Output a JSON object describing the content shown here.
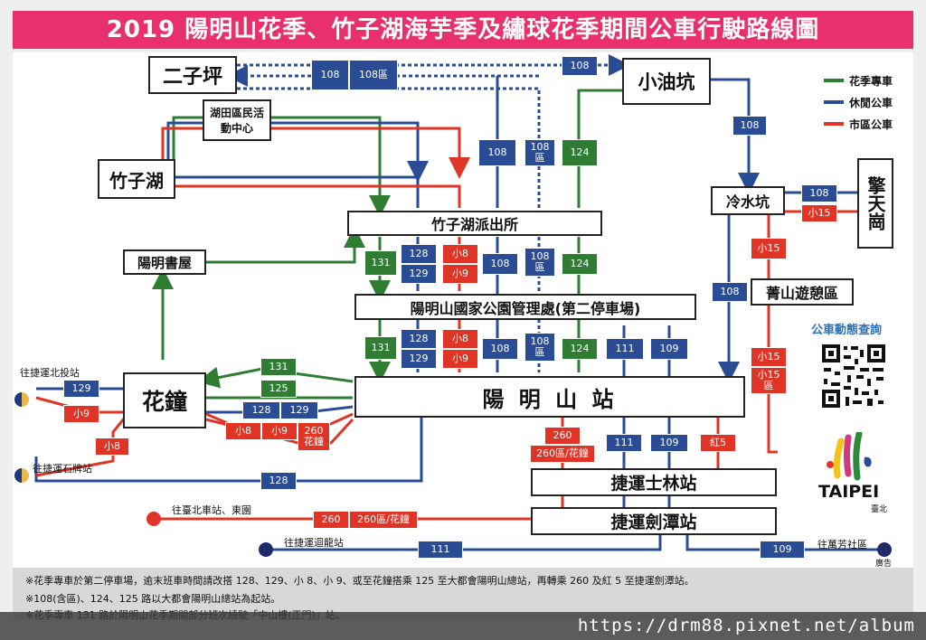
{
  "title": "2019 陽明山花季、竹子湖海芋季及繡球花季期間公車行駛路線圖",
  "legend": {
    "flower": "花季專車",
    "leisure": "休閒公車",
    "city": "市區公車"
  },
  "colors": {
    "blue": "#2a4c94",
    "red": "#e03526",
    "green": "#2e7d32",
    "title_bg": "#e8306c"
  },
  "stops": {
    "erziping": "二子坪",
    "xiaoyoukeng": "小油坑",
    "hutian": "湖田區民活動中心",
    "zhuzihu": "竹子湖",
    "paichusuo": "竹子湖派出所",
    "shuwu": "陽明書屋",
    "guanlichu": "陽明山國家公園管理處(第二停車場)",
    "huazhong": "花鐘",
    "yangmingshan": "陽 明 山 站",
    "lengshuikeng": "冷水坑",
    "qingtianguang": "擎天崗",
    "qingshan": "菁山遊憩區",
    "shilin": "捷運士林站",
    "jiantan": "捷運劍潭站"
  },
  "destinations": {
    "beitou": "往捷運北投站",
    "shipai": "往捷運石牌站",
    "taipei_main": "往臺北車站、東園",
    "jiulong": "往捷運迴龍站",
    "wanfang": "往萬芳社區"
  },
  "routes": {
    "r108": "108",
    "r108q": "108區",
    "r108q_v": "108\n區",
    "r124": "124",
    "r131": "131",
    "r125": "125",
    "r128": "128",
    "r129": "129",
    "rx8": "小8",
    "rx9": "小9",
    "rx15": "小15",
    "rx15q": "小15\n區",
    "r260": "260",
    "r260hz": "260\n花鐘",
    "r260q_hz": "260區/花鐘",
    "r260q": "260區/花鐘",
    "r111": "111",
    "r109": "109",
    "red5": "紅5"
  },
  "qr_label": "公車動態查詢",
  "brand": {
    "name": "TAIPEI",
    "sub": "臺北",
    "ad": "廣告"
  },
  "notes": [
    "※花季專車於第二停車場，逾末班車時間請改搭 128、129、小 8、小 9、或至花鐘搭乘 125 至大都會陽明山總站，再轉乘 260 及紅 5 至捷運劍潭站。",
    "※108(含區)、124、125 路以大都會陽明山總站為起站。",
    "※花季專車 131 路於陽明山花季期間部分班次繞駛「中山樓(正門)」站。"
  ],
  "watermark": "https://drm88.pixnet.net/album"
}
